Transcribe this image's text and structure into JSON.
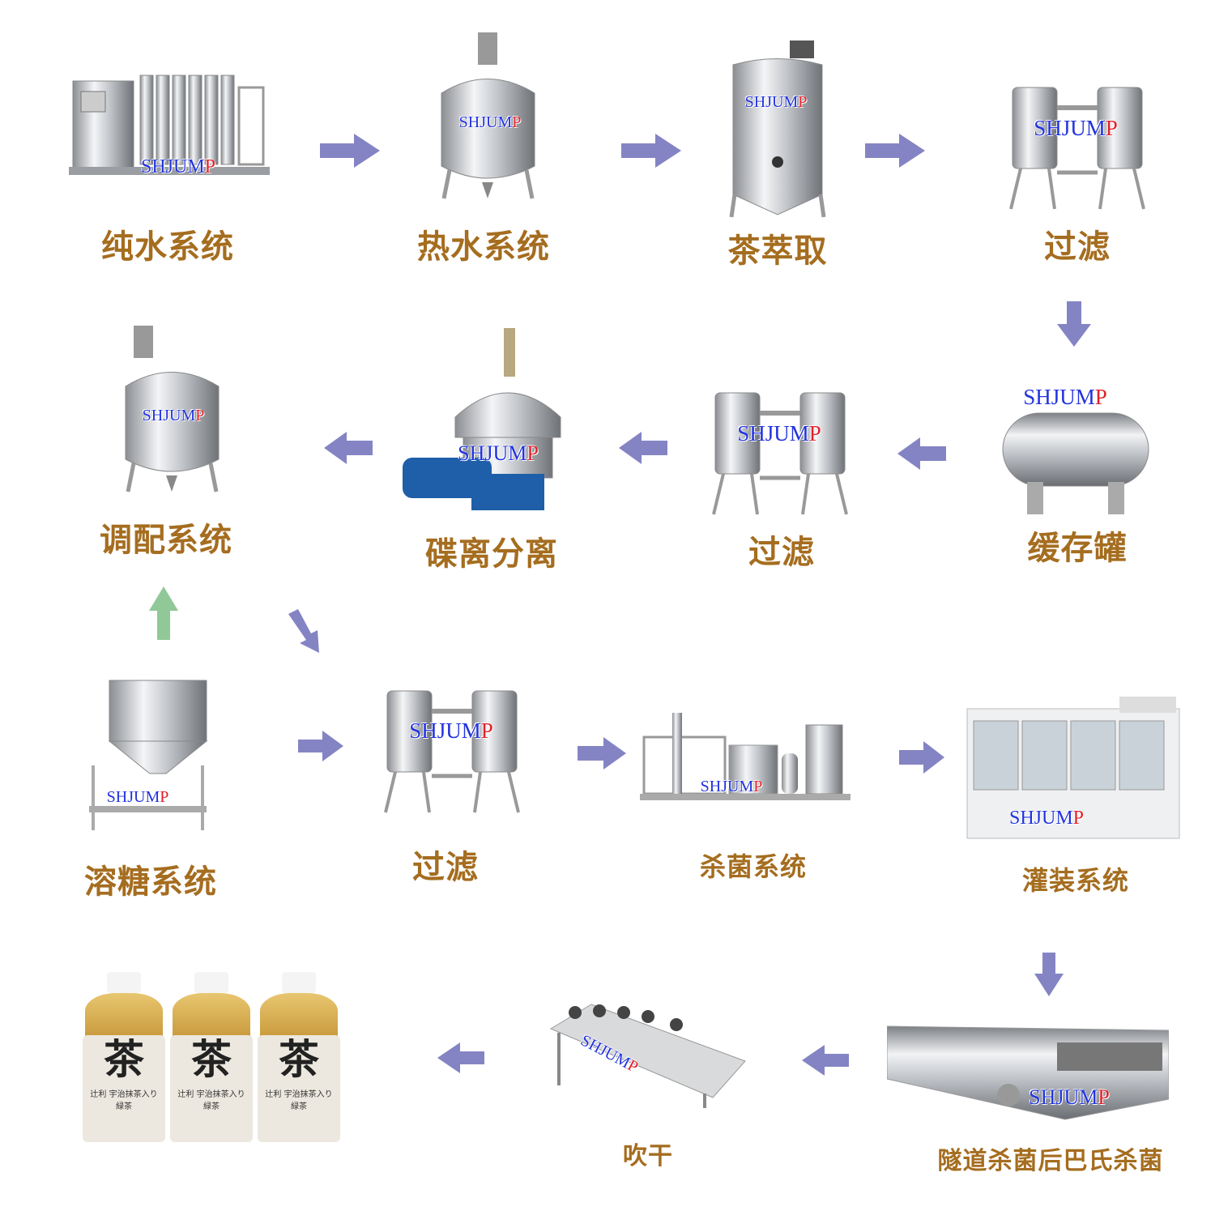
{
  "brand": {
    "main": "SHJUM",
    "last": "P"
  },
  "colors": {
    "label": "#a56d1f",
    "arrow": "#8484c4",
    "arrow_green": "#90c898",
    "brand_blue": "#2233dd",
    "brand_red": "#e0202a"
  },
  "steps": [
    {
      "label": "纯水系统"
    },
    {
      "label": "热水系统"
    },
    {
      "label": "茶萃取"
    },
    {
      "label": "过滤"
    },
    {
      "label": "缓存罐"
    },
    {
      "label": "过滤"
    },
    {
      "label": "碟离分离"
    },
    {
      "label": "调配系统"
    },
    {
      "label": "溶糖系统"
    },
    {
      "label": "过滤"
    },
    {
      "label": "杀菌系统"
    },
    {
      "label": "灌装系统"
    },
    {
      "label": "隧道杀菌后巴氏杀菌"
    },
    {
      "label": "吹干"
    }
  ],
  "product": {
    "bottle_char": "茶",
    "bottle_text": "辻利 宇治抹茶入り 緑茶",
    "count": 3
  }
}
